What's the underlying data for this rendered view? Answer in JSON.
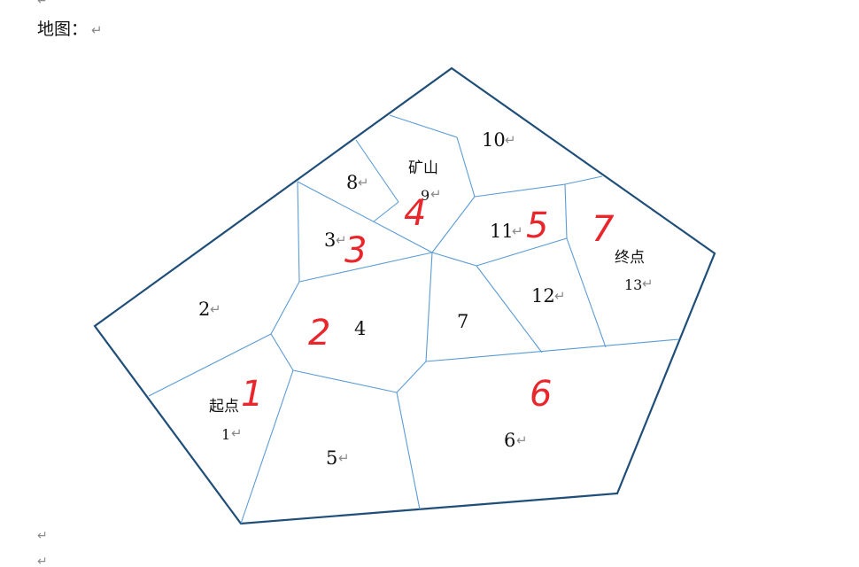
{
  "document": {
    "top_mark": "↵",
    "heading": "地图：",
    "heading_return": "↵",
    "bottom_marks": [
      "↵",
      "↵"
    ]
  },
  "map": {
    "return_glyph": "↵",
    "cells": {
      "c1": {
        "label": "起点",
        "number": "1"
      },
      "c2": {
        "number": "2"
      },
      "c3": {
        "number": "3"
      },
      "c4": {
        "number": "4"
      },
      "c5": {
        "number": "5"
      },
      "c6": {
        "number": "6"
      },
      "c7": {
        "number": "7"
      },
      "c8": {
        "number": "8"
      },
      "c9": {
        "label": "矿山",
        "number": "9"
      },
      "c10": {
        "number": "10"
      },
      "c11": {
        "number": "11"
      },
      "c12": {
        "number": "12"
      },
      "c13": {
        "label": "终点",
        "number": "13"
      }
    },
    "route_annotations": [
      "1",
      "2",
      "3",
      "4",
      "5",
      "6",
      "7"
    ],
    "colors": {
      "outline": "#1f4e79",
      "cell_edges": "#5b9bd5",
      "annotation": "#e8262b",
      "return_mark": "#8c8c8c"
    }
  }
}
